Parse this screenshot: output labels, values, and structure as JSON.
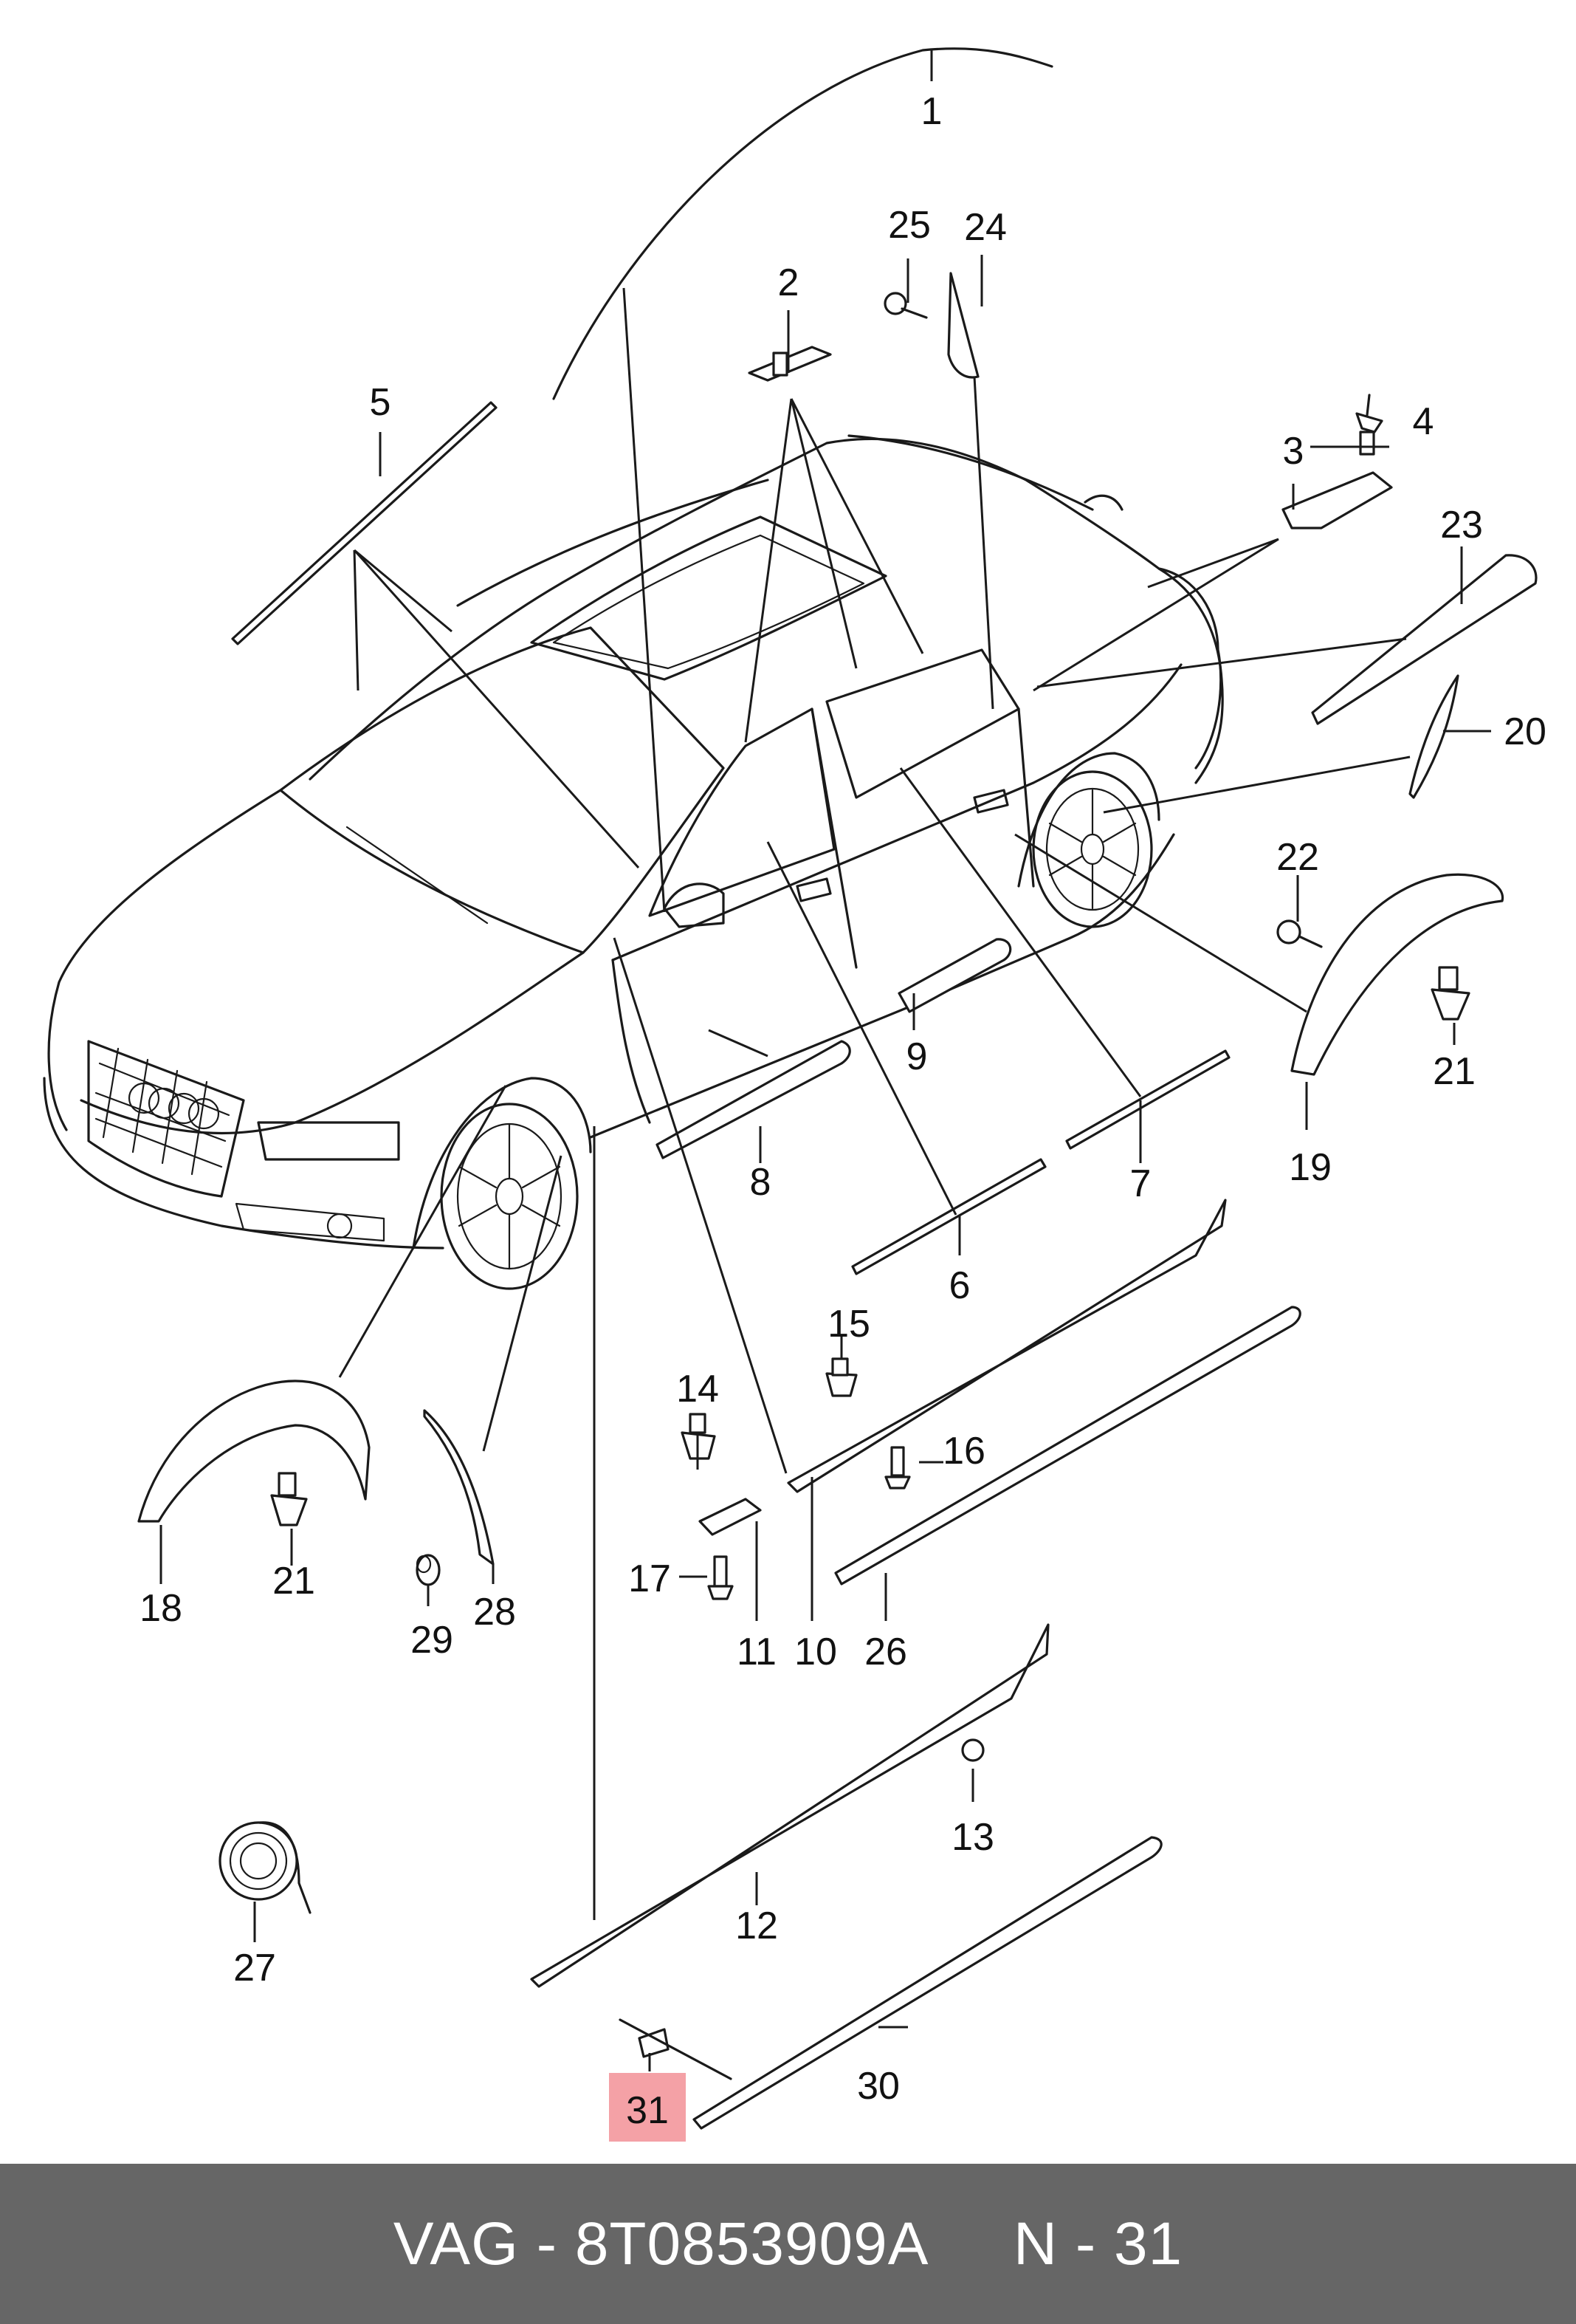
{
  "diagram": {
    "callouts": [
      "1",
      "2",
      "3",
      "4",
      "5",
      "6",
      "7",
      "8",
      "9",
      "10",
      "11",
      "12",
      "13",
      "14",
      "15",
      "16",
      "17",
      "18",
      "19",
      "20",
      "21",
      "21",
      "22",
      "23",
      "24",
      "25",
      "26",
      "27",
      "28",
      "29",
      "30",
      "31"
    ],
    "highlighted_callout": "31",
    "highlight_color": "#f4a1a6"
  },
  "footer": {
    "brand": "VAG",
    "separator": "-",
    "part_number": "8T0853909A",
    "position_label": "N",
    "position_value": "31",
    "background_color": "#666666",
    "text_color": "#ffffff"
  }
}
